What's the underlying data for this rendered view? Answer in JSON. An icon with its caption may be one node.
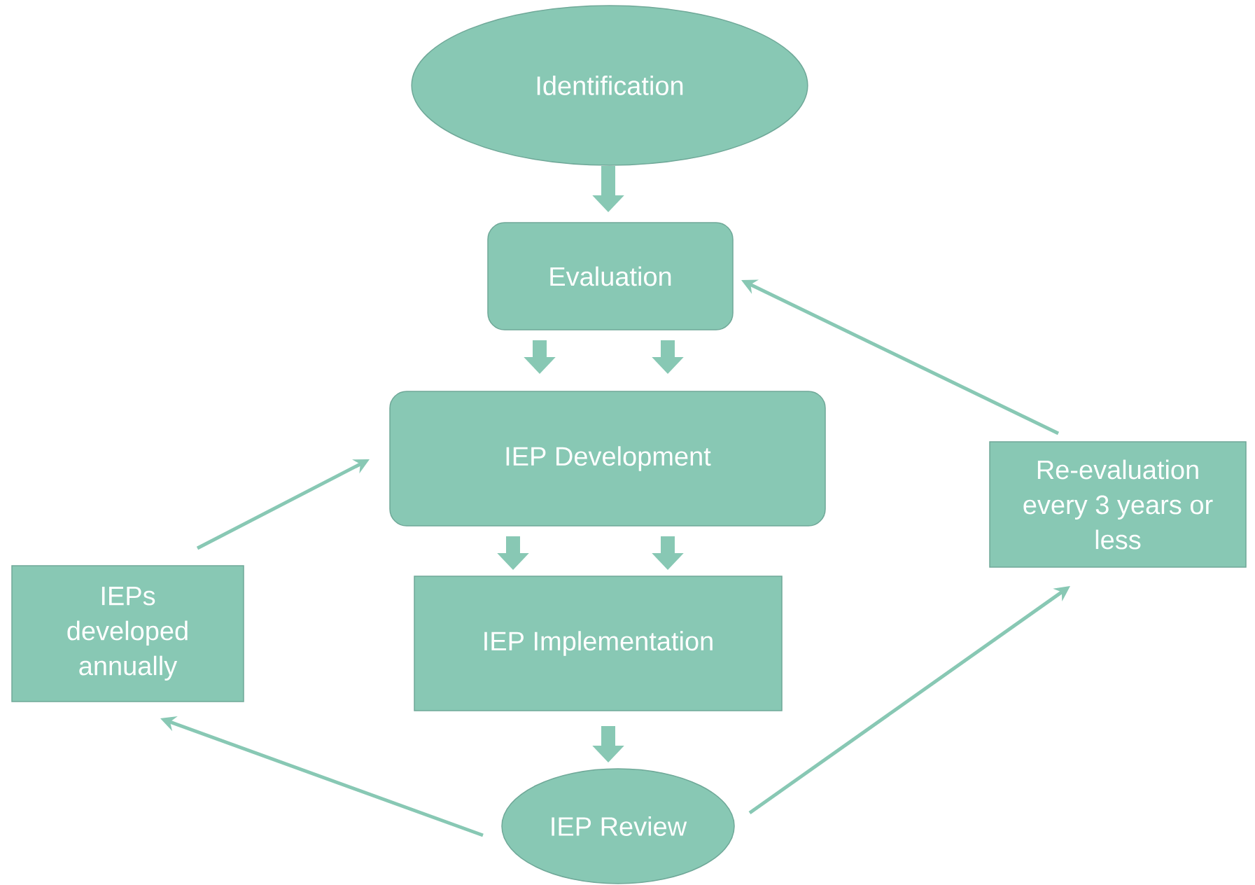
{
  "diagram": {
    "nodes": [
      {
        "text": [
          "Identification"
        ]
      },
      {
        "text": [
          "Evaluation"
        ]
      },
      {
        "text": [
          "IEP Development"
        ]
      },
      {
        "text": [
          "IEP Implementation"
        ]
      },
      {
        "text": [
          "IEP Review"
        ]
      },
      {
        "text": [
          "IEPs developed annually"
        ]
      },
      {
        "text": [
          "Re-evaluation every 3 years or less"
        ]
      }
    ],
    "edges": [
      {
        "from": 0,
        "to": 1,
        "arrow": "to"
      },
      {
        "from": 1,
        "to": 2,
        "arrow": "to"
      },
      {
        "from": 1,
        "to": 2,
        "arrow": "to"
      },
      {
        "from": 2,
        "to": 3,
        "arrow": "to"
      },
      {
        "from": 2,
        "to": 3,
        "arrow": "to"
      },
      {
        "from": 3,
        "to": 4,
        "arrow": "to"
      },
      {
        "from": 4,
        "to": 5,
        "arrow": "to"
      },
      {
        "from": 5,
        "to": 2,
        "arrow": "to"
      },
      {
        "from": 4,
        "to": 6,
        "arrow": "to"
      },
      {
        "from": 6,
        "to": 1,
        "arrow": "to"
      }
    ]
  }
}
